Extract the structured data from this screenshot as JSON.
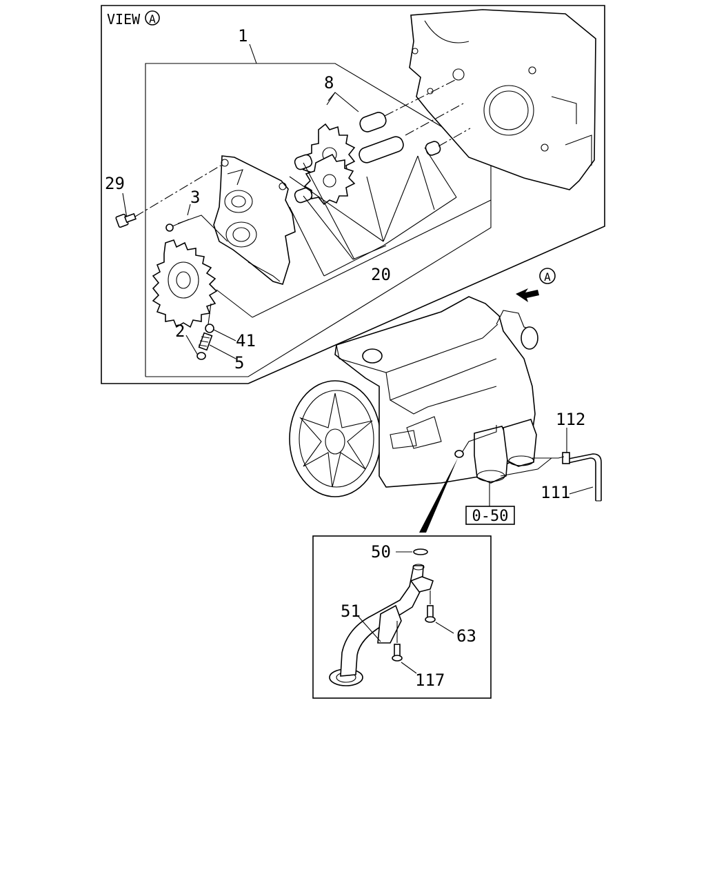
{
  "view_label": "VIEW",
  "view_marker": "A",
  "direction_marker": "A",
  "ref_box": "0-50",
  "callouts": {
    "c1": "1",
    "c8": "8",
    "c29": "29",
    "c3": "3",
    "c20": "20",
    "c2": "2",
    "c41": "41",
    "c5": "5",
    "c112": "112",
    "c111": "111",
    "c50": "50",
    "c51": "51",
    "c63": "63",
    "c117": "117"
  }
}
